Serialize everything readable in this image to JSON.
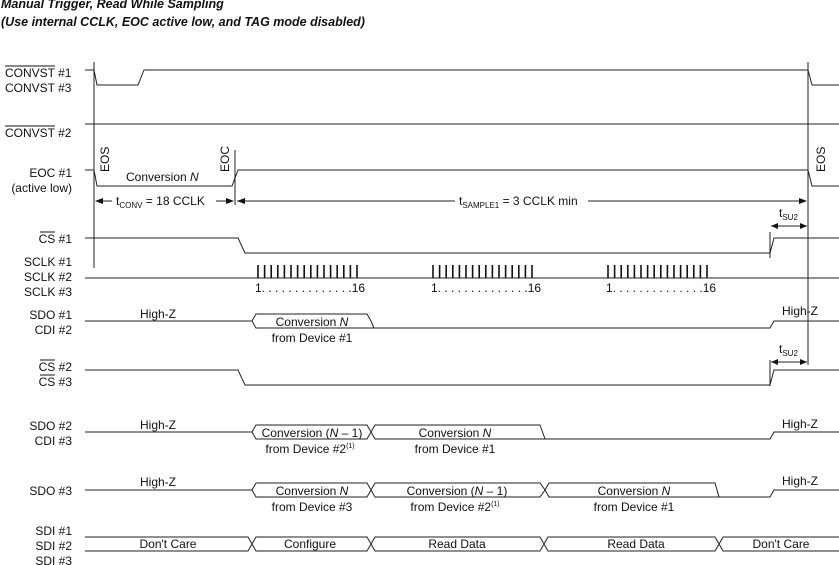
{
  "title": {
    "line1": "Manual Trigger, Read While Sampling",
    "line2": "(Use internal CCLK, EOC active low, and TAG mode disabled)"
  },
  "signals": {
    "convst1": "CONVST #1",
    "convst3": "CONVST #3",
    "convst2": "CONVST #2",
    "eoc1": "EOC #1",
    "eoc1_sub": "(active low)",
    "cs1": "CS #1",
    "sclk1": "SCLK #1",
    "sclk2": "SCLK #2",
    "sclk3": "SCLK #3",
    "sdo1": "SDO #1",
    "cdi2": "CDI #2",
    "cs2": "CS #2",
    "cs3": "CS #3",
    "sdo2": "SDO #2",
    "cdi3": "CDI #3",
    "sdo3": "SDO #3",
    "sdi1": "SDI #1",
    "sdi2": "SDI #2",
    "sdi3": "SDI #3"
  },
  "markers": {
    "eos_left": "EOS",
    "eoc": "EOC",
    "eos_right": "EOS"
  },
  "eoc_conversion": "Conversion",
  "eoc_conversion_n": "N",
  "timing": {
    "tconv": "t",
    "tconv_sub": "CONV",
    "tconv_val": " = 18 CCLK",
    "tsample": "t",
    "tsample_sub": "SAMPLE1",
    "tsample_val": " = 3 CCLK min",
    "tsu2": "t",
    "tsu2_sub": "SU2"
  },
  "sclk_bursts": {
    "pulses_per_burst": 16,
    "label": "1. . . . . . . . . . . . . .16"
  },
  "highz": "High-Z",
  "sdo1": {
    "conv": "Conversion ",
    "n": "N",
    "from": "from Device #1"
  },
  "sdo2": {
    "conv1": "Conversion (",
    "n1": "N",
    "rest1": " – 1)",
    "from1": "from Device #2",
    "sup1": "(1)",
    "conv2": "Conversion ",
    "n2": "N",
    "from2": "from Device #1"
  },
  "sdo3": {
    "conv1": "Conversion ",
    "n1": "N",
    "from1": "from Device #3",
    "conv2": "Conversion (",
    "n2": "N",
    "rest2": " – 1)",
    "from2": "from Device #2",
    "sup2": "(1)",
    "conv3": "Conversion ",
    "n3": "N",
    "from3": "from Device #1"
  },
  "sdi": {
    "seg1": "Don't Care",
    "seg2": "Configure",
    "seg3": "Read Data",
    "seg4": "Read Data",
    "seg5": "Don't Care"
  }
}
